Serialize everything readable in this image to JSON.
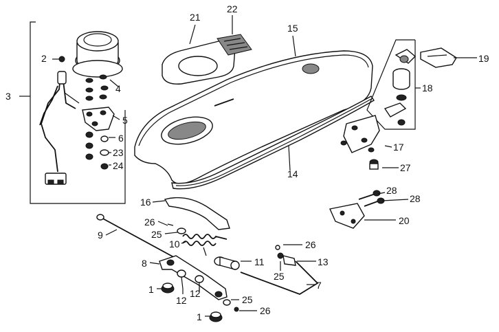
{
  "labels": {
    "p1a": "1",
    "p1b": "1",
    "p2": "2",
    "p3": "3",
    "p4": "4",
    "p5": "5",
    "p6": "6",
    "p7": "7",
    "p8": "8",
    "p9": "9",
    "p10": "10",
    "p11": "11",
    "p12a": "12",
    "p12b": "12",
    "p13": "13",
    "p14": "14",
    "p15": "15",
    "p16": "16",
    "p17": "17",
    "p18": "18",
    "p19": "19",
    "p20": "20",
    "p21": "21",
    "p22": "22",
    "p23": "23",
    "p24": "24",
    "p25a": "25",
    "p25b": "25",
    "p25c": "25",
    "p26a": "26",
    "p26b": "26",
    "p26c": "26",
    "p27": "27",
    "p28a": "28",
    "p28b": "28"
  }
}
